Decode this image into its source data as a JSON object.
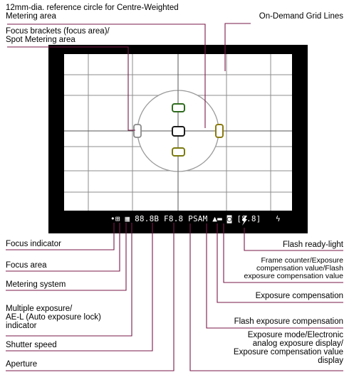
{
  "callouts": {
    "reference_circle": "12mm-dia. reference circle for Centre-Weighted\nMetering area",
    "grid_lines": "On-Demand Grid Lines",
    "focus_brackets": "Focus brackets (focus area)/\nSpot Metering area",
    "focus_indicator": "Focus indicator",
    "focus_area": "Focus area",
    "metering_system": "Metering system",
    "multiple_exposure": "Multiple exposure/\nAE-L (Auto exposure lock)\nindicator",
    "shutter_speed": "Shutter speed",
    "aperture": "Aperture",
    "flash_ready": "Flash ready-light",
    "frame_counter": "Frame counter/Exposure\ncompensation value/Flash\nexposure compensation value",
    "exposure_compensation": "Exposure compensation",
    "flash_exposure_compensation": "Flash exposure compensation",
    "exposure_mode": "Exposure mode/Electronic\nanalog exposure display/\nExposure compensation value\ndisplay"
  },
  "lcd_readout": "•⊞ ▦ 88.8B F8.8 PSAM ▲▬ ◙ [8.8]   ϟ",
  "colors": {
    "leader": "#7a1a4a",
    "frame": "#000000",
    "bracket_green": "#2f6b1f",
    "bracket_olive": "#8a7a10",
    "circle": "#9a9a9a",
    "grid": "#8c8c8c"
  }
}
